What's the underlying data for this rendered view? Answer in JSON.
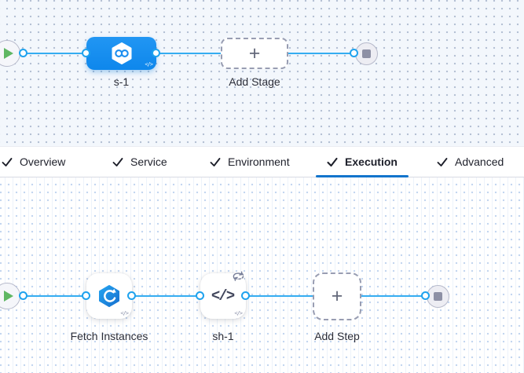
{
  "colors": {
    "stage_blue": "#1b8ef0",
    "edge_blue": "#35adf1",
    "active_tab_underline": "#1274cc",
    "canvas_top_bg": "#f3f7fc",
    "play_green": "#5fb763",
    "stop_gray": "#8d90a5"
  },
  "stage_canvas": {
    "stage": {
      "label": "s-1",
      "code_badge": "</>"
    },
    "add_stage": {
      "label": "Add Stage",
      "plus_glyph": "+"
    }
  },
  "tabs": [
    {
      "label": "Overview",
      "checked": true,
      "active": false
    },
    {
      "label": "Service",
      "checked": true,
      "active": false
    },
    {
      "label": "Environment",
      "checked": true,
      "active": false
    },
    {
      "label": "Execution",
      "checked": true,
      "active": true
    },
    {
      "label": "Advanced",
      "checked": true,
      "active": false
    }
  ],
  "execution_canvas": {
    "steps": [
      {
        "label": "Fetch Instances",
        "code_badge": "</>"
      },
      {
        "label": "sh-1",
        "code_badge": "</>",
        "icon_glyph": "</>",
        "looping": true
      }
    ],
    "add_step": {
      "label": "Add Step",
      "plus_glyph": "+"
    }
  }
}
